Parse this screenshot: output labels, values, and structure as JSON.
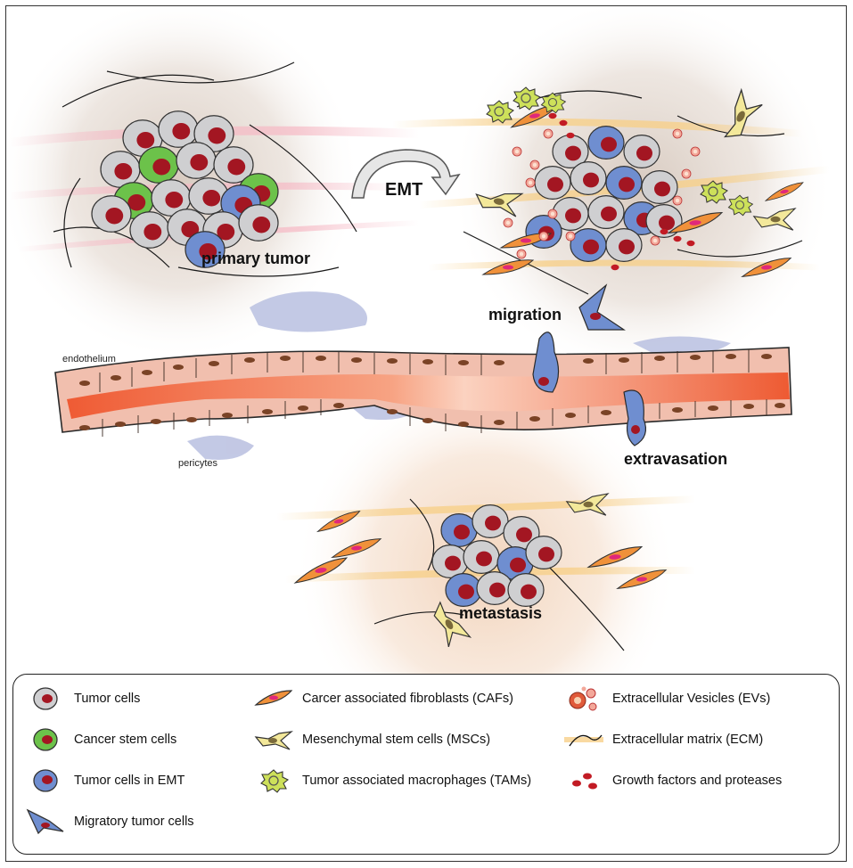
{
  "labels": {
    "emt": "EMT",
    "primary_tumor": "primary tumor",
    "migration": "migration",
    "endothelium": "endothelium",
    "pericytes": "pericytes",
    "extravasation": "extravasation",
    "metastasis": "metastasis"
  },
  "legend": {
    "col1": [
      {
        "icon": "tumor-cell-icon",
        "label": "Tumor cells"
      },
      {
        "icon": "cancer-stem-cell-icon",
        "label": "Cancer stem cells"
      },
      {
        "icon": "emt-tumor-cell-icon",
        "label": "Tumor cells in EMT"
      },
      {
        "icon": "migratory-cell-icon",
        "label": "Migratory tumor cells"
      }
    ],
    "col2": [
      {
        "icon": "caf-icon",
        "label": "Carcer associated fibroblasts (CAFs)"
      },
      {
        "icon": "msc-icon",
        "label": "Mesenchymal stem cells (MSCs)"
      },
      {
        "icon": "tam-icon",
        "label": "Tumor associated macrophages (TAMs)"
      }
    ],
    "col3": [
      {
        "icon": "ev-icon",
        "label": "Extracellular Vesicles (EVs)"
      },
      {
        "icon": "ecm-icon",
        "label": "Extracellular matrix (ECM)"
      },
      {
        "icon": "growth-factor-icon",
        "label": "Growth factors and proteases"
      }
    ]
  },
  "colors": {
    "tumor_gray": "#cfcfd1",
    "nucleus": "#a31622",
    "stem_green": "#6cc24a",
    "emt_blue": "#6f8ed0",
    "caf_orange": "#f0913a",
    "caf_nucleus": "#e0287a",
    "msc_yellow": "#f3e89a",
    "tam_green": "#cde05a",
    "vessel_lumen": "#f07a4a",
    "endo_cell": "#f4c2b2",
    "pericyte": "#b8bedf"
  }
}
